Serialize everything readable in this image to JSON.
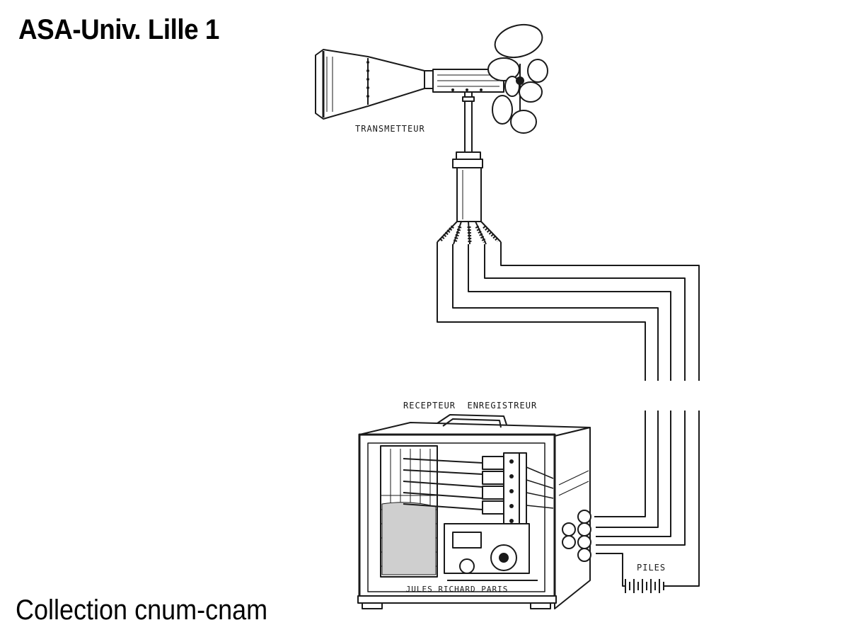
{
  "header": {
    "title": "ASA-Univ. Lille 1"
  },
  "footer": {
    "caption": "Collection cnum-cnam"
  },
  "labels": {
    "transmitter": "TRANSMETTEUR",
    "receiver": "RECEPTEUR  ENREGISTREUR",
    "batteries": "PILES",
    "maker": "JULES RICHARD PARIS"
  },
  "colors": {
    "ink": "#1a1a1a",
    "paper": "#ffffff"
  }
}
